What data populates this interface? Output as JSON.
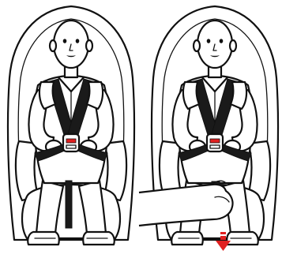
{
  "figure": {
    "panels": [
      {
        "id": "before",
        "state": "harness-tightened"
      },
      {
        "id": "after",
        "state": "adjuster-released"
      }
    ],
    "colors": {
      "line": "#111111",
      "background": "#ffffff",
      "buckle_indicator": "#e02020",
      "arrow": "#e02020"
    },
    "icons": [
      "child-figure",
      "car-seat",
      "harness-buckle",
      "hand-icon",
      "down-arrow-icon"
    ]
  }
}
